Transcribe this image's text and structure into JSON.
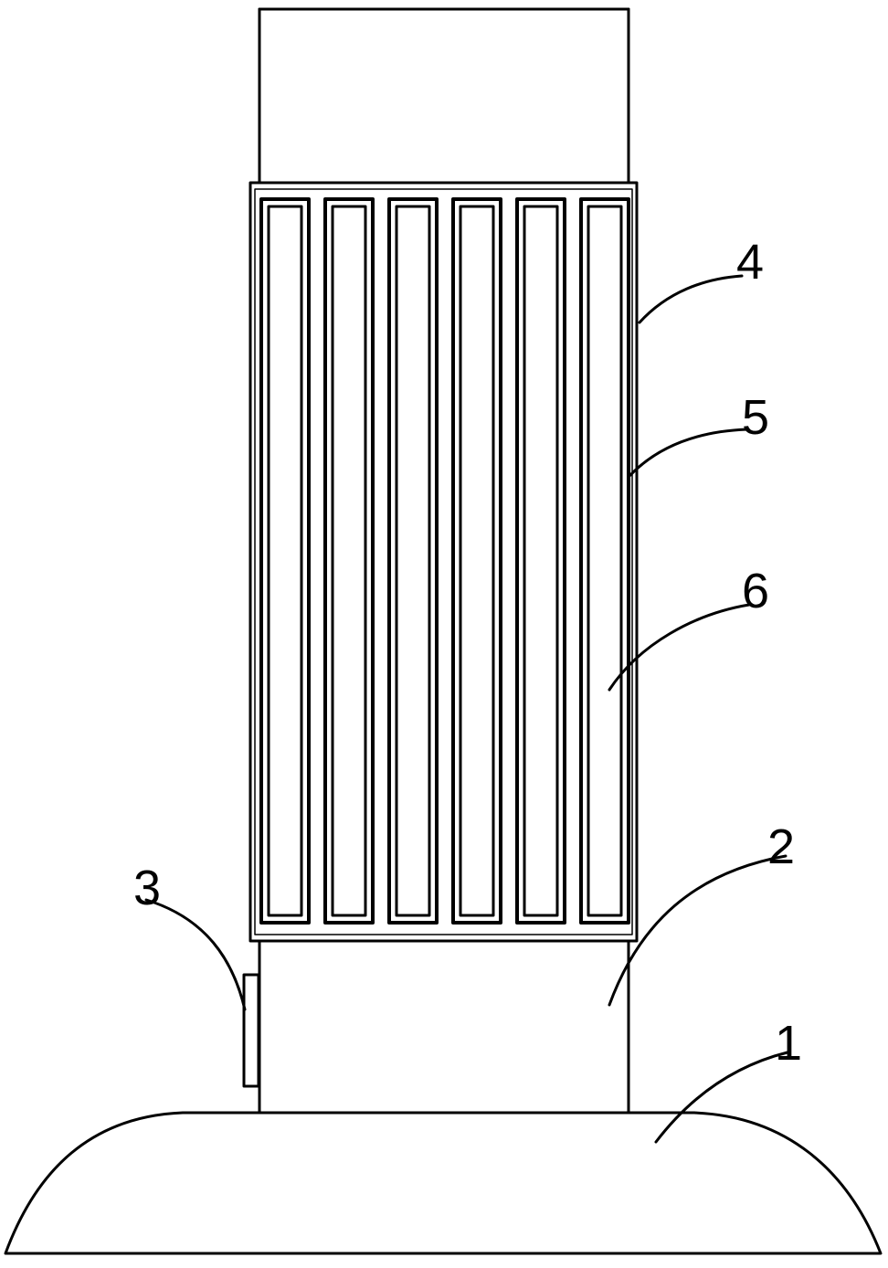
{
  "diagram": {
    "labels": [
      {
        "id": "1",
        "text": "1"
      },
      {
        "id": "2",
        "text": "2"
      },
      {
        "id": "3",
        "text": "3"
      },
      {
        "id": "4",
        "text": "4"
      },
      {
        "id": "5",
        "text": "5"
      },
      {
        "id": "6",
        "text": "6"
      }
    ],
    "slot_count": 6,
    "colors": {
      "stroke": "#000000",
      "background": "#ffffff"
    }
  }
}
